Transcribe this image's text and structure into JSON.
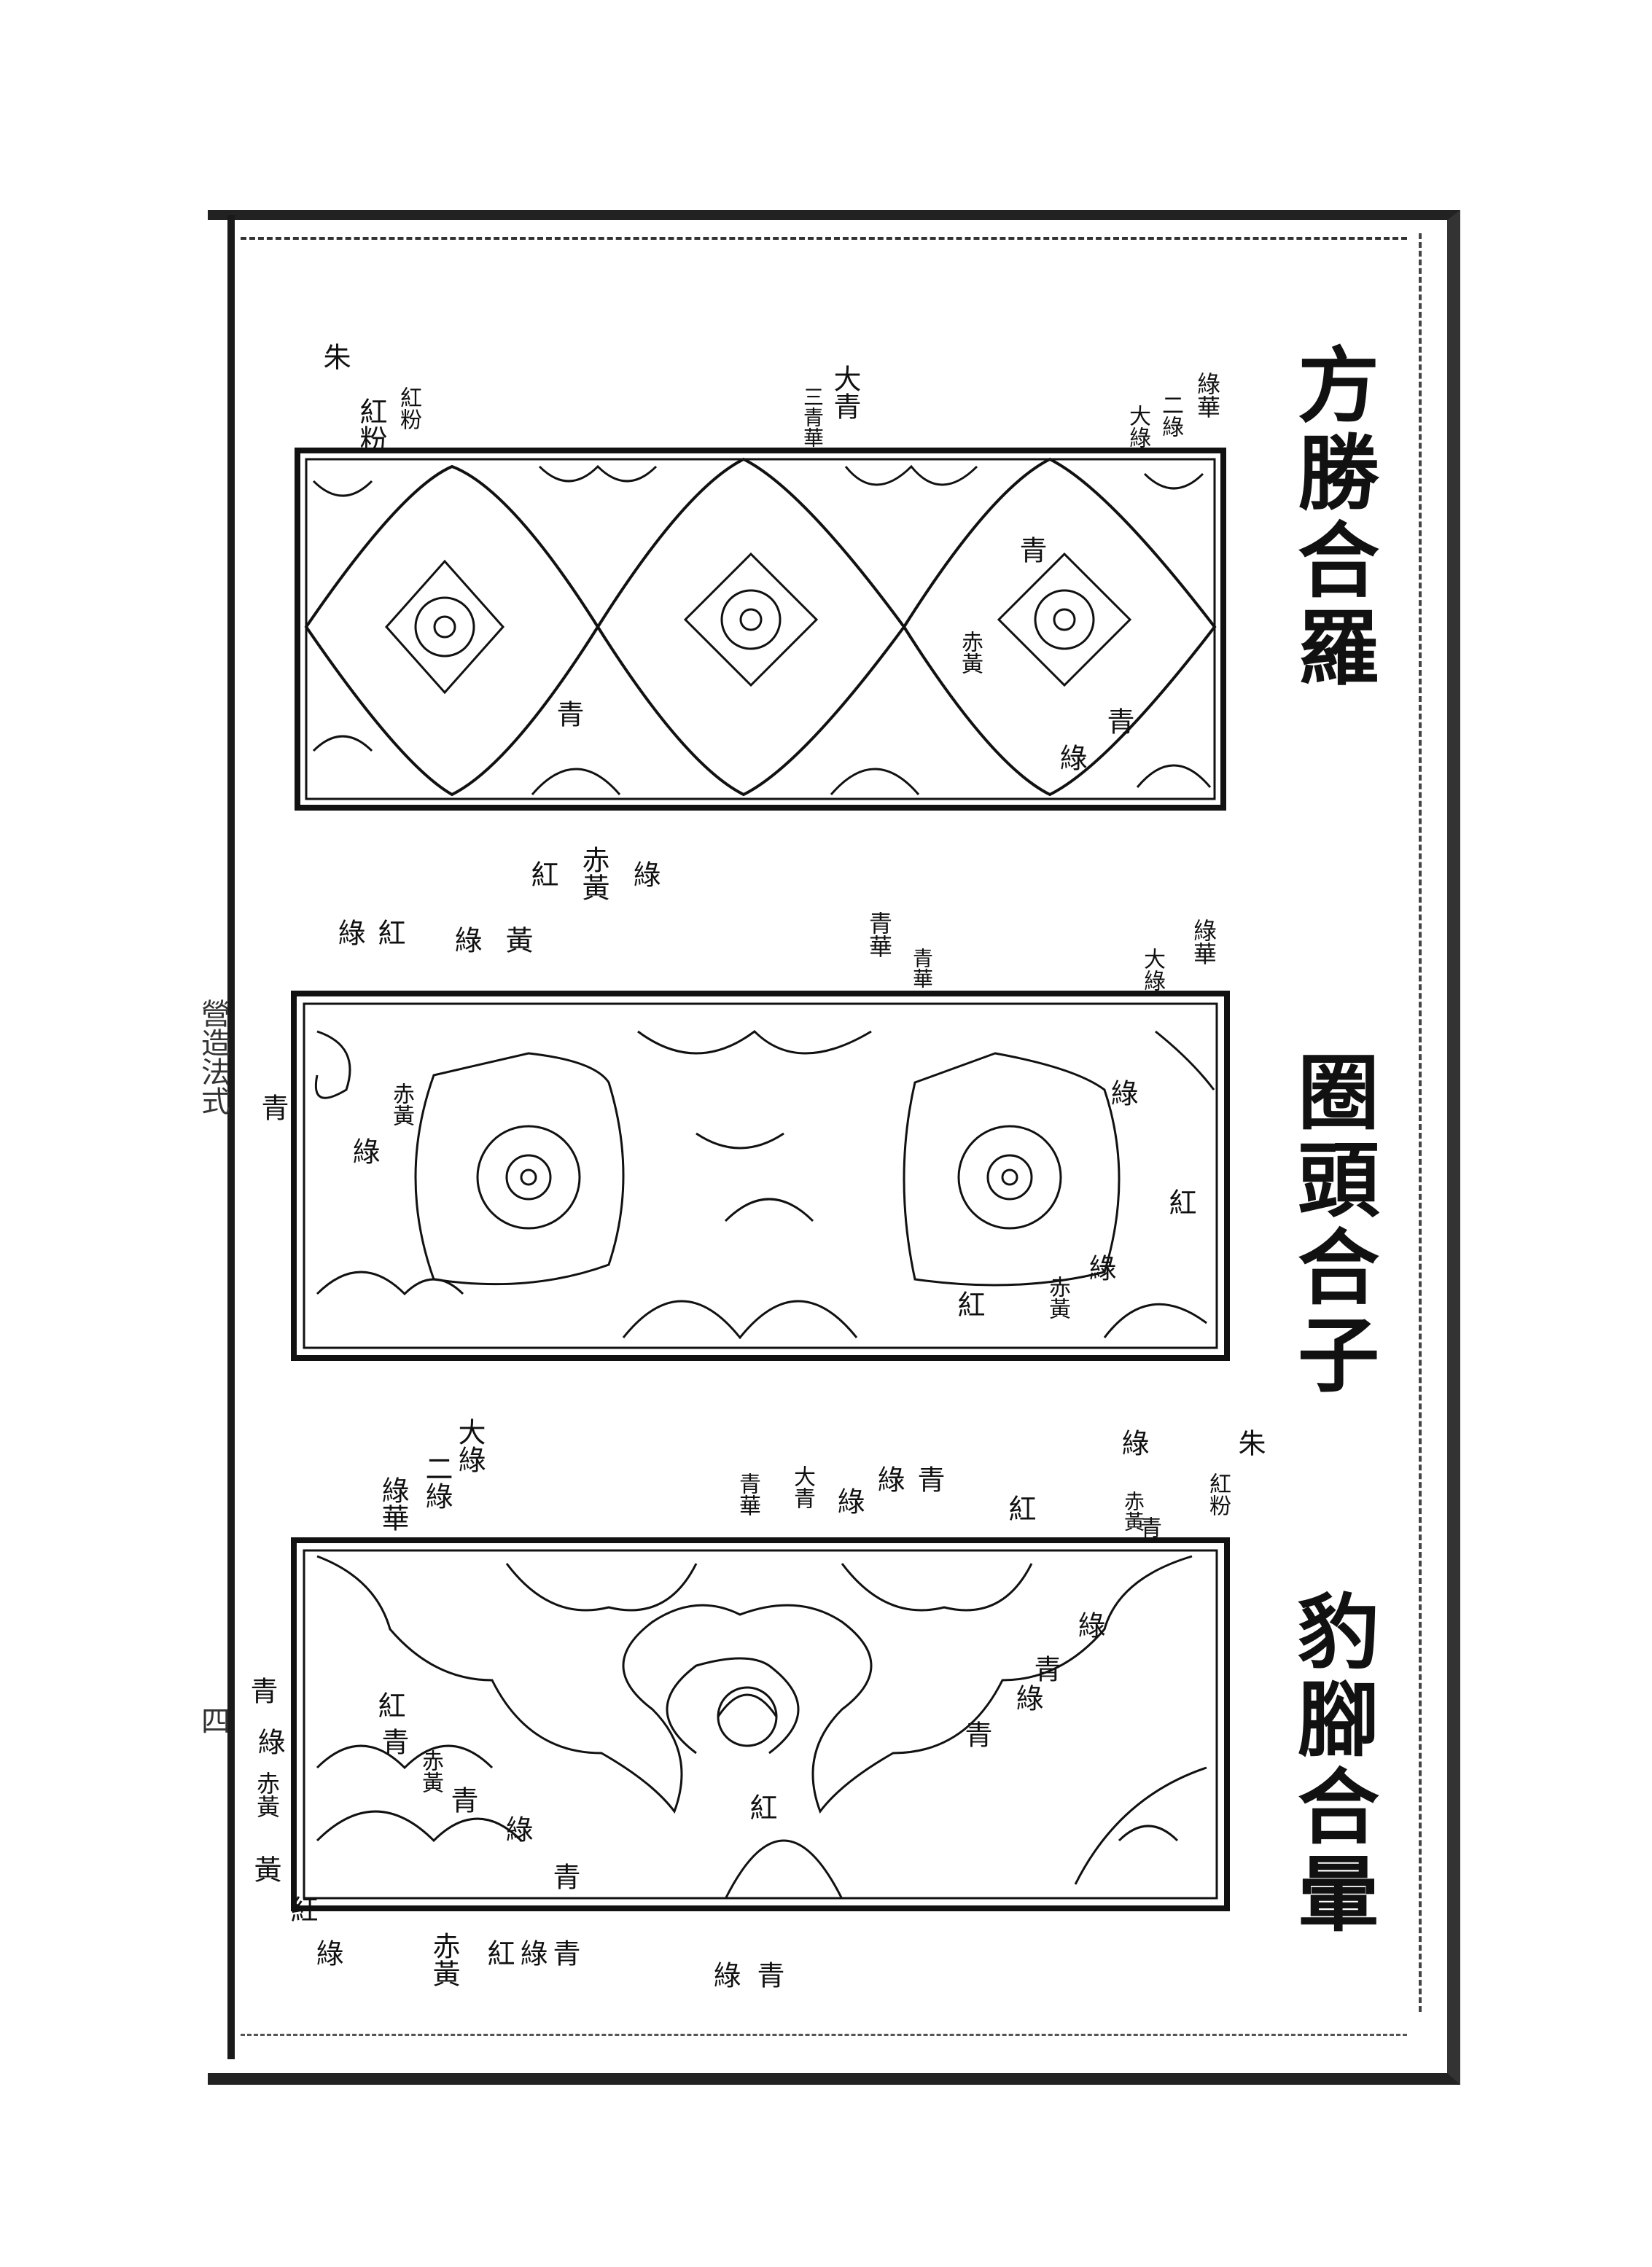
{
  "margin": {
    "book_title": "營造法式",
    "page_number": "四"
  },
  "panels": [
    {
      "title": "方勝合羅",
      "labels": [
        "朱",
        "紅粉",
        "紅粉",
        "大青",
        "三青華",
        "綠華",
        "二綠",
        "大綠",
        "青",
        "赤黃",
        "青",
        "綠",
        "青",
        "紅",
        "赤黃",
        "綠"
      ]
    },
    {
      "title": "圈頭合子",
      "labels": [
        "綠",
        "紅",
        "綠",
        "黃",
        "青華",
        "青華",
        "綠華",
        "大綠",
        "青",
        "赤黃",
        "綠",
        "綠",
        "紅",
        "綠",
        "赤黃",
        "紅"
      ]
    },
    {
      "title": "豹腳合暈",
      "labels": [
        "大綠",
        "二綠",
        "綠華",
        "青華",
        "大青",
        "綠",
        "綠",
        "青",
        "紅",
        "綠",
        "赤黃",
        "青",
        "朱",
        "紅粉",
        "綠",
        "青",
        "綠",
        "青",
        "紅",
        "青",
        "紅",
        "綠",
        "青",
        "赤黃",
        "青",
        "赤黃",
        "綠",
        "黃",
        "青",
        "紅",
        "綠",
        "赤黃",
        "紅",
        "綠",
        "青",
        "綠",
        "青"
      ]
    }
  ]
}
